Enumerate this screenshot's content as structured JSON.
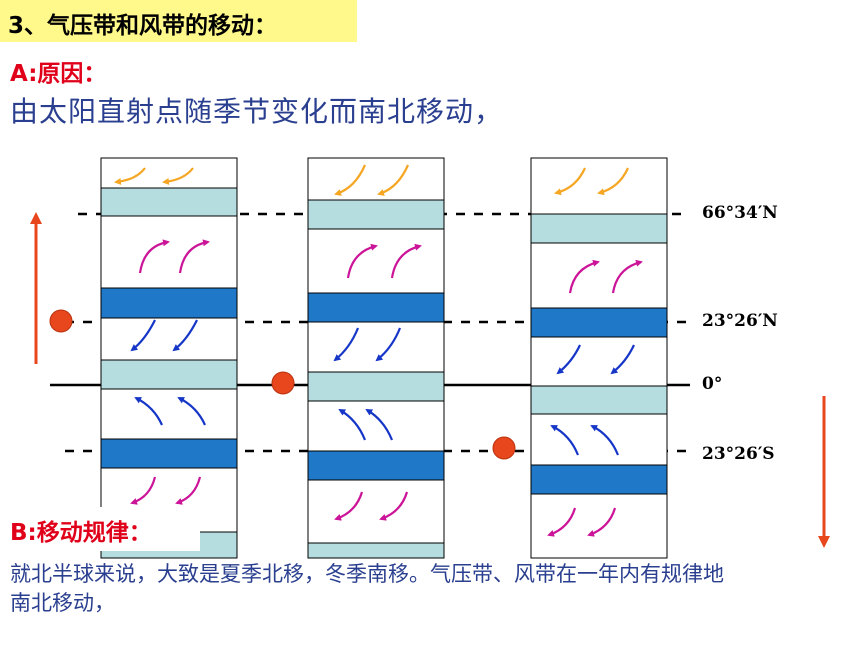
{
  "heading": {
    "title": "3、气压带和风带的移动："
  },
  "section_a": {
    "label": "A:原因：",
    "text": "由太阳直射点随季节变化而南北移动，"
  },
  "section_b": {
    "label": "B:移动规律：",
    "text": "就北半球来说，大致是夏季北移，冬季南移。气压带、风带在一年内有规律地南北移动，"
  },
  "latitudes": [
    {
      "label": "66°34′N"
    },
    {
      "label": "23°26′N"
    },
    {
      "label": "0°"
    },
    {
      "label": "23°26′S"
    }
  ],
  "colors": {
    "title_bg": "#fff88a",
    "label_red": "#e0001a",
    "text_blue": "#2a3f8f",
    "sub_polar_low_belt": "#b5dde0",
    "subtropical_high_belt": "#1f78c8",
    "equatorial_low_belt": "#b5dde0",
    "polar_easterly_arrow": "#f5a623",
    "westerly_arrow": "#cc1499",
    "trade_wind_arrow": "#1636c8",
    "direct_point": "#e8461c",
    "shift_arrow": "#e8461c"
  },
  "icons": {
    "direct_point": "red-dot-icon",
    "shift_north": "arrow-up-icon",
    "shift_south": "arrow-down-icon"
  }
}
